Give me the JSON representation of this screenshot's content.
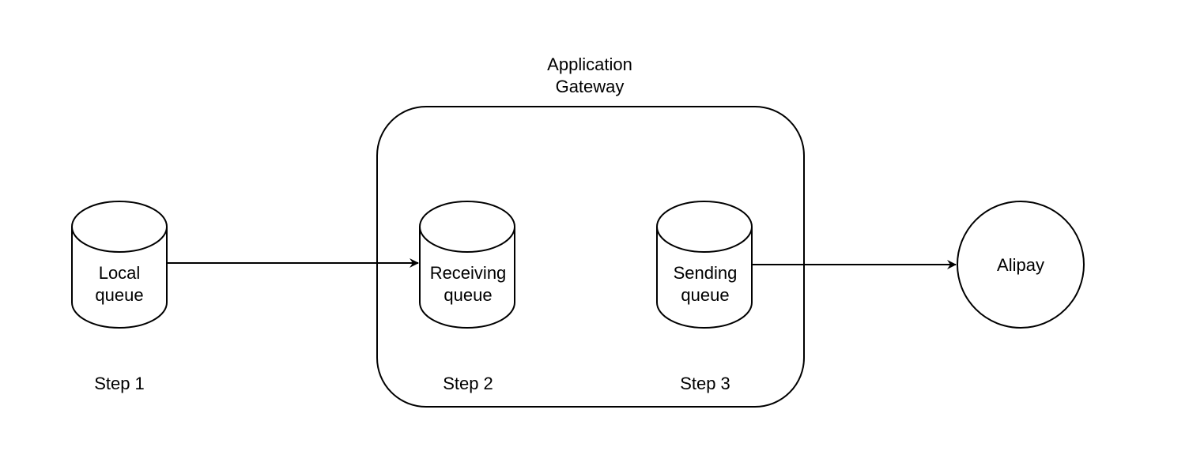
{
  "gateway": {
    "title_line1": "Application",
    "title_line2": "Gateway"
  },
  "nodes": {
    "local_queue": {
      "line1": "Local",
      "line2": "queue",
      "step": "Step 1"
    },
    "receiving_queue": {
      "line1": "Receiving",
      "line2": "queue",
      "step": "Step 2"
    },
    "sending_queue": {
      "line1": "Sending",
      "line2": "queue",
      "step": "Step 3"
    },
    "alipay": {
      "label": "Alipay"
    }
  },
  "colors": {
    "stroke": "#000000",
    "fill": "#ffffff"
  }
}
